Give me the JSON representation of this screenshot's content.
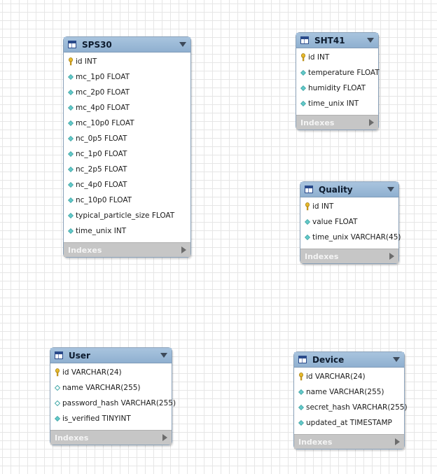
{
  "entities": {
    "sps30": {
      "title": "SPS30",
      "indexes_label": "Indexes",
      "columns": [
        {
          "text": "id INT",
          "icon": "primary-key-icon"
        },
        {
          "text": "mc_1p0 FLOAT",
          "icon": "filled-diamond-icon"
        },
        {
          "text": "mc_2p0 FLOAT",
          "icon": "filled-diamond-icon"
        },
        {
          "text": "mc_4p0 FLOAT",
          "icon": "filled-diamond-icon"
        },
        {
          "text": "mc_10p0 FLOAT",
          "icon": "filled-diamond-icon"
        },
        {
          "text": "nc_0p5 FLOAT",
          "icon": "filled-diamond-icon"
        },
        {
          "text": "nc_1p0 FLOAT",
          "icon": "filled-diamond-icon"
        },
        {
          "text": "nc_2p5 FLOAT",
          "icon": "filled-diamond-icon"
        },
        {
          "text": "nc_4p0 FLOAT",
          "icon": "filled-diamond-icon"
        },
        {
          "text": "nc_10p0 FLOAT",
          "icon": "filled-diamond-icon"
        },
        {
          "text": "typical_particle_size FLOAT",
          "icon": "filled-diamond-icon"
        },
        {
          "text": "time_unix INT",
          "icon": "filled-diamond-icon"
        }
      ]
    },
    "sht41": {
      "title": "SHT41",
      "indexes_label": "Indexes",
      "columns": [
        {
          "text": "id INT",
          "icon": "primary-key-icon"
        },
        {
          "text": "temperature FLOAT",
          "icon": "filled-diamond-icon"
        },
        {
          "text": "humidity FLOAT",
          "icon": "filled-diamond-icon"
        },
        {
          "text": "time_unix INT",
          "icon": "filled-diamond-icon"
        }
      ]
    },
    "quality": {
      "title": "Quality",
      "indexes_label": "Indexes",
      "columns": [
        {
          "text": "id INT",
          "icon": "primary-key-icon"
        },
        {
          "text": "value FLOAT",
          "icon": "filled-diamond-icon"
        },
        {
          "text": "time_unix VARCHAR(45)",
          "icon": "filled-diamond-icon"
        }
      ]
    },
    "user": {
      "title": "User",
      "indexes_label": "Indexes",
      "columns": [
        {
          "text": "id VARCHAR(24)",
          "icon": "primary-key-icon"
        },
        {
          "text": "name VARCHAR(255)",
          "icon": "hollow-diamond-icon"
        },
        {
          "text": "password_hash VARCHAR(255)",
          "icon": "hollow-diamond-icon"
        },
        {
          "text": "is_verified TINYINT",
          "icon": "filled-diamond-icon"
        }
      ]
    },
    "device": {
      "title": "Device",
      "indexes_label": "Indexes",
      "columns": [
        {
          "text": "id VARCHAR(24)",
          "icon": "primary-key-icon"
        },
        {
          "text": "name VARCHAR(255)",
          "icon": "filled-diamond-icon"
        },
        {
          "text": "secret_hash VARCHAR(255)",
          "icon": "filled-diamond-icon"
        },
        {
          "text": "updated_at TIMESTAMP",
          "icon": "filled-diamond-icon"
        }
      ]
    }
  },
  "colors": {
    "header": "#9bbad8",
    "footer": "#c6c6c6",
    "diamond": "#5ec8c8",
    "key": "#e3b52a",
    "grid": "#e6e6e6"
  }
}
